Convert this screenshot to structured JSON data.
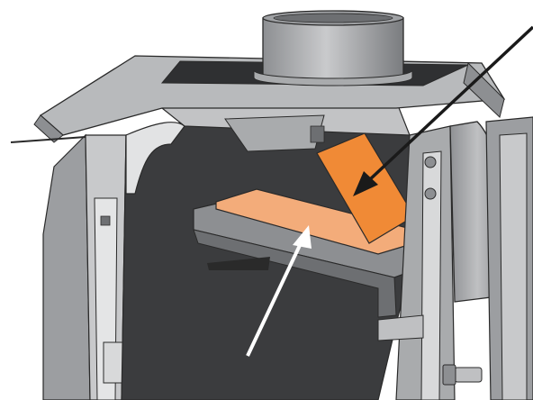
{
  "diagram": {
    "parts": [
      {
        "name": "flue-collar"
      },
      {
        "name": "top-plate"
      },
      {
        "name": "firebox-cavity"
      },
      {
        "name": "upper-baffle-plate"
      },
      {
        "name": "lower-baffle-plate"
      },
      {
        "name": "baffle-support-tray"
      },
      {
        "name": "side-convection-panel"
      },
      {
        "name": "hinge-knob"
      }
    ],
    "callouts": [
      {
        "name": "black-arrow",
        "points_to": "upper-baffle-plate",
        "color": "#1a1a1a"
      },
      {
        "name": "white-arrow",
        "points_to": "lower-baffle-plate",
        "color": "#ffffff"
      }
    ],
    "colors": {
      "background": "#ffffff",
      "casing-light": "#c8c9cb",
      "casing-mid": "#9c9ea1",
      "casing-dark": "#6d6f72",
      "firebox": "#3b3c3e",
      "upper-baffle": "#f08a36",
      "lower-baffle": "#f3ac7a",
      "outline": "#2a2a2a"
    }
  }
}
